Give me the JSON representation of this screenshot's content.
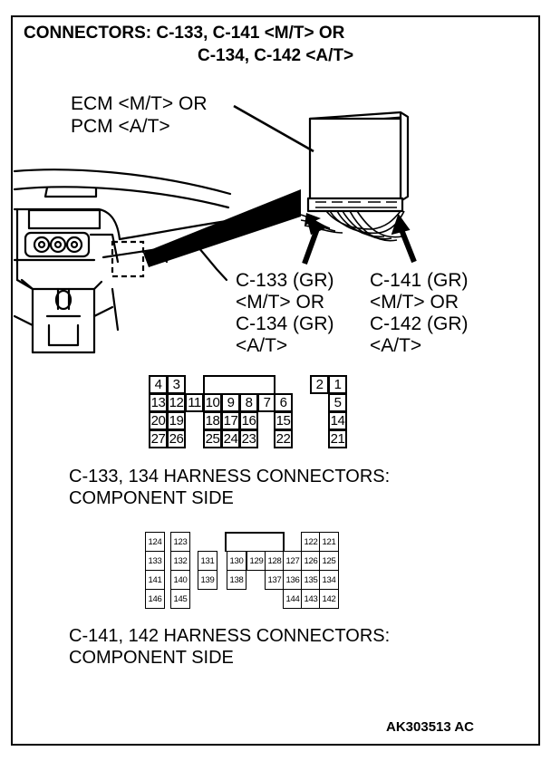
{
  "header": {
    "line1": "CONNECTORS: C-133, C-141 <M/T> OR",
    "line2": "C-134, C-142 <A/T>"
  },
  "callouts": {
    "ecm_line1": "ECM <M/T> OR",
    "ecm_line2": "PCM <A/T>",
    "left": [
      "C-133 (GR)",
      "<M/T> OR",
      "C-134 (GR)",
      "<A/T>"
    ],
    "right": [
      "C-141 (GR)",
      "<M/T> OR",
      "C-142 (GR)",
      "<A/T>"
    ]
  },
  "connector_a": {
    "caption_line1": "C-133, 134 HARNESS CONNECTORS:",
    "caption_line2": "COMPONENT SIDE",
    "pins": [
      "4",
      "3",
      "2",
      "1",
      "13",
      "12",
      "11",
      "10",
      "9",
      "8",
      "7",
      "6",
      "5",
      "20",
      "19",
      "18",
      "17",
      "16",
      "15",
      "14",
      "27",
      "26",
      "25",
      "24",
      "23",
      "22",
      "21"
    ]
  },
  "connector_b": {
    "caption_line1": "C-141, 142 HARNESS CONNECTORS:",
    "caption_line2": "COMPONENT SIDE",
    "pins": [
      "124",
      "123",
      "122",
      "121",
      "133",
      "132",
      "131",
      "130",
      "129",
      "128",
      "127",
      "126",
      "125",
      "141",
      "140",
      "139",
      "138",
      "137",
      "136",
      "135",
      "134",
      "146",
      "145",
      "144",
      "143",
      "142"
    ]
  },
  "footer": {
    "doc_id": "AK303513 AC"
  }
}
